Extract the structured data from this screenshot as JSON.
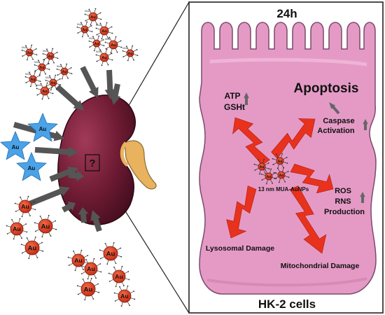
{
  "panel": {
    "time_label": "24h",
    "cell_label": "HK-2 cells",
    "apoptosis_label": "Apoptosis",
    "atp_label": "ATP",
    "gsht_label": "GSHt",
    "caspase_line1": "Caspase",
    "caspase_line2": "Activation",
    "ros_label": "ROS",
    "rns_label": "RNS",
    "production_label": "Production",
    "nanoparticle_label": "13 nm MUA-AuNPs",
    "lysosomal_label": "Lysosomal Damage",
    "mitochondrial_label": "Mitochondrial Damage"
  },
  "kidney": {
    "question_mark": "?"
  },
  "particle_symbol": "Au",
  "particle_ligand_label": "MUA",
  "colors": {
    "kidney": "#6e1b33",
    "ureter": "#e8b25e",
    "cell": "#e59ac6",
    "cell_border": "#7a4a6a",
    "red_particle": "#d93a21",
    "blue_star": "#4aa3e8",
    "gray_arrow": "#555555",
    "red_bolt": "#e8321d"
  }
}
